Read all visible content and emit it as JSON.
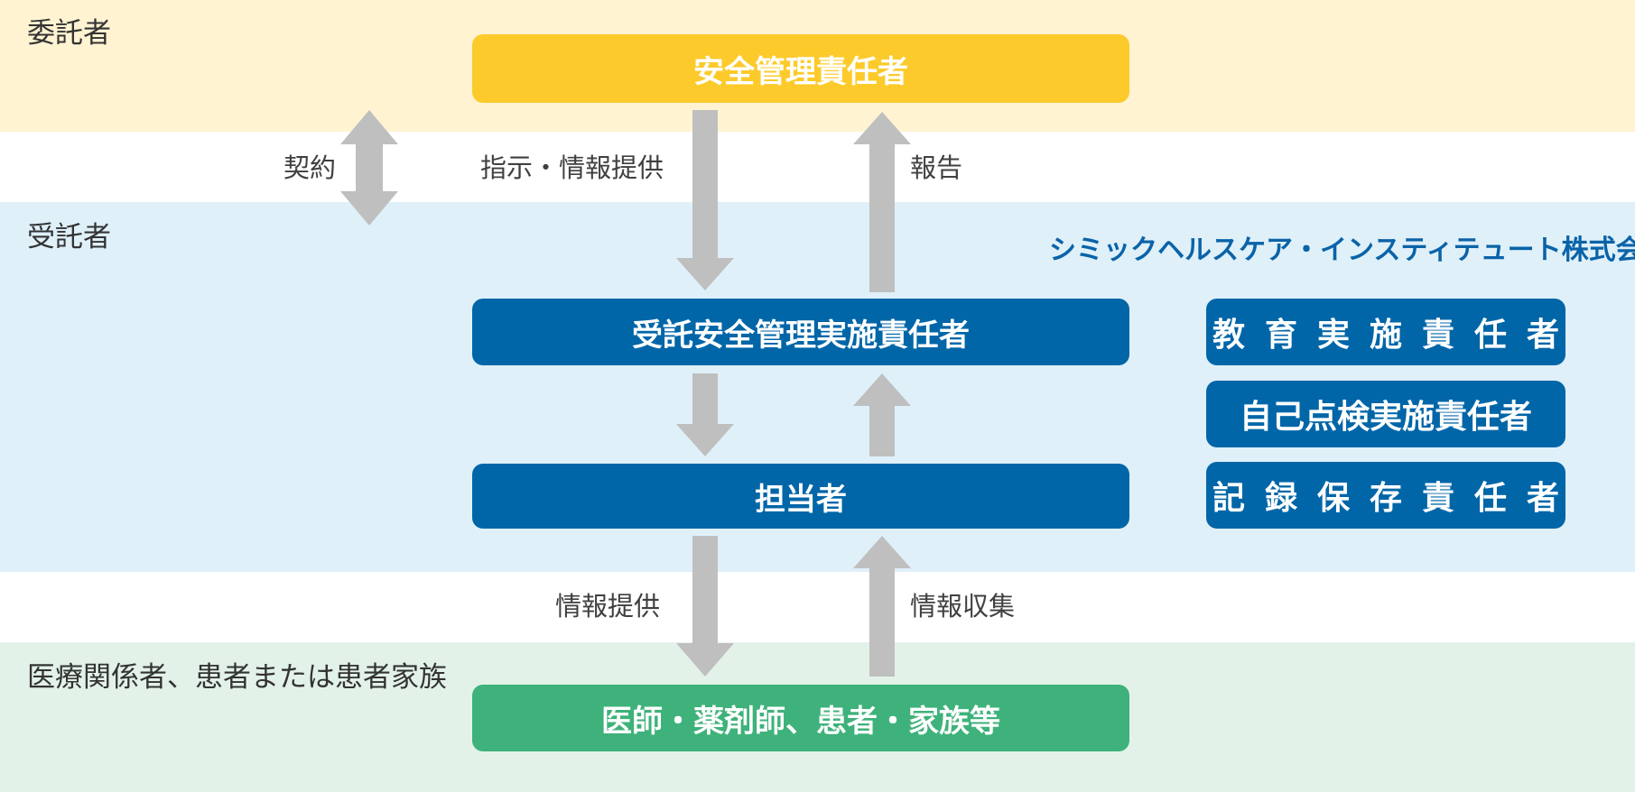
{
  "sections": {
    "consignor": "委託者",
    "contractor": "受託者",
    "medical": "医療関係者、患者または患者家族"
  },
  "labels": {
    "contract": "契約",
    "instruction": "指示・情報提供",
    "report": "報告",
    "info_provide": "情報提供",
    "info_collect": "情報収集"
  },
  "boxes": {
    "safety_manager": "安全管理責任者",
    "contract_safety_manager": "受託安全管理実施責任者",
    "person_in_charge": "担当者",
    "doctors": "医師・薬剤師、患者・家族等"
  },
  "company": "シミックヘルスケア・インスティテュート株式会社",
  "roles": {
    "education": "教育実施責任者",
    "self_inspection": "自己点検実施責任者",
    "records": "記録保存責任者"
  },
  "colors": {
    "band_yellow": "#fff3d2",
    "band_blue": "#dff0f9",
    "band_green": "#e3f2e9",
    "box_yellow": "#fccb2b",
    "box_blue": "#0066a8",
    "box_green": "#3eb27a",
    "arrow": "#bfbfbf"
  }
}
